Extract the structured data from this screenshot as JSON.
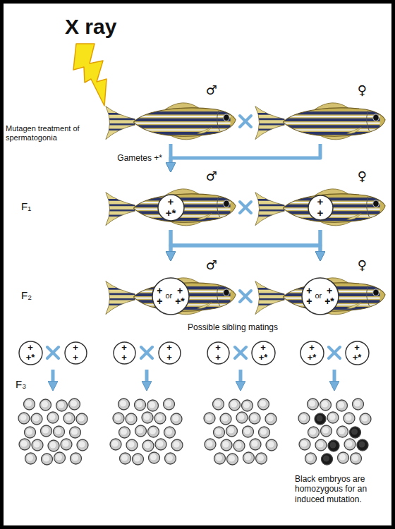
{
  "diagram": {
    "nodes": [
      {
        "text": [
          "♂"
        ]
      },
      {
        "text": [
          "♀"
        ]
      },
      {
        "text": [
          "♂"
        ]
      },
      {
        "text": [
          "+",
          "+*"
        ],
        "in": 2
      },
      {
        "text": [
          "♀"
        ]
      },
      {
        "text": [
          "+",
          "+"
        ],
        "in": 4
      },
      {
        "text": [
          "♂"
        ]
      },
      {
        "text": [
          "+",
          "+",
          "or",
          "+",
          "+*"
        ],
        "in": 6
      },
      {
        "text": [
          "♀"
        ]
      },
      {
        "text": [
          "+",
          "+",
          "or",
          "+",
          "+*"
        ],
        "in": 8
      },
      {
        "text": [
          "+",
          "+*"
        ]
      },
      {
        "text": [
          "+",
          "+"
        ]
      },
      {
        "text": [
          "+",
          "+"
        ]
      },
      {
        "text": [
          "+",
          "+"
        ]
      },
      {
        "text": [
          "+",
          "+"
        ]
      },
      {
        "text": [
          "+",
          "+*"
        ]
      },
      {
        "text": [
          "+",
          "+*"
        ]
      },
      {
        "text": [
          "+",
          "+*"
        ]
      }
    ],
    "edges": [
      {
        "from": 0,
        "to": 2,
        "arrow": "to",
        "label": "Gametes +*"
      },
      {
        "from": 1,
        "to": 2,
        "arrow": "to"
      },
      {
        "from": 2,
        "to": 6,
        "arrow": "to"
      },
      {
        "from": 2,
        "to": 8,
        "arrow": "to"
      },
      {
        "from": 4,
        "to": 6,
        "arrow": "to"
      },
      {
        "from": 4,
        "to": 8,
        "arrow": "to"
      }
    ],
    "labels": [
      "X ray",
      "Mutagen treatment of spermatogonia",
      "F₁",
      "F₂",
      "Possible sibling matings",
      "F₃",
      "Black embryos are homozygous for an induced mutation."
    ]
  }
}
